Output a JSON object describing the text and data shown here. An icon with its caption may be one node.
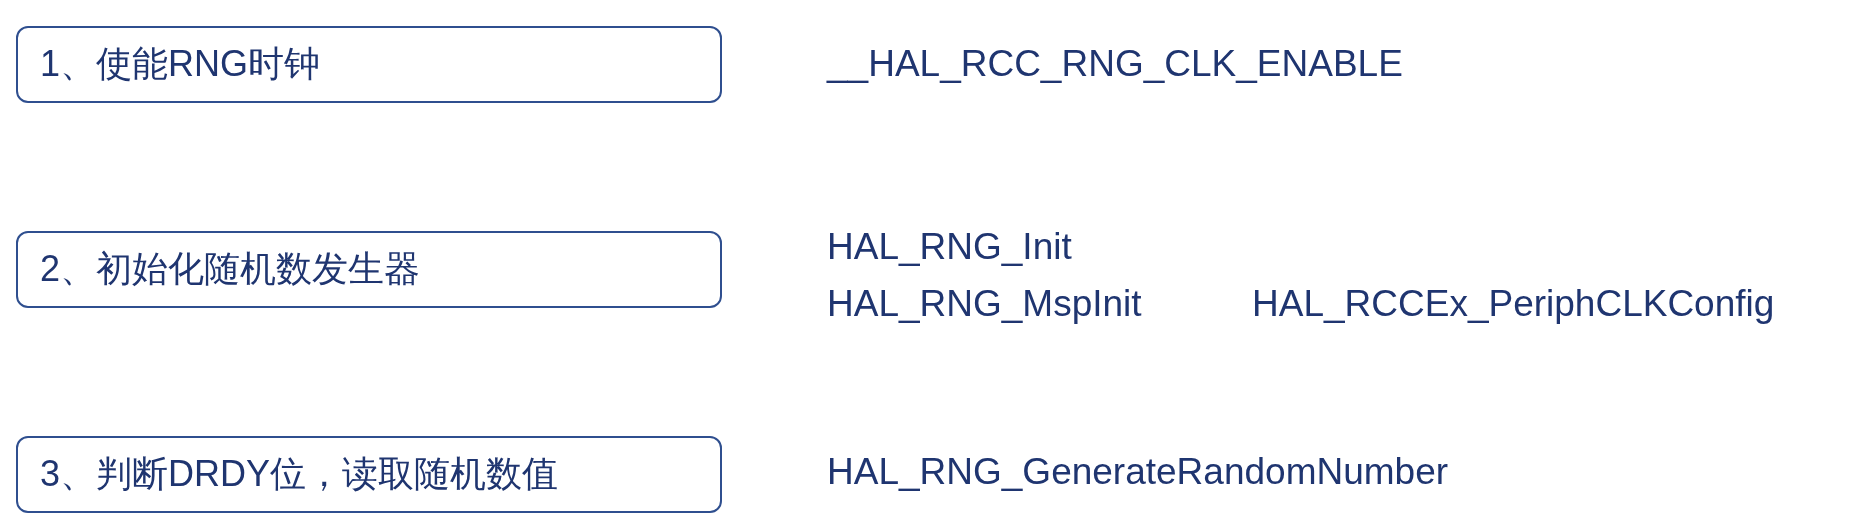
{
  "diagram": {
    "nodes": [
      {
        "text": [
          "1、使能RNG时钟"
        ]
      },
      {
        "text": [
          "2、初始化随机数发生器"
        ]
      },
      {
        "text": [
          "3、判断DRDY位，读取随机数值"
        ]
      }
    ],
    "edges": [],
    "labels": [
      "__HAL_RCC_RNG_CLK_ENABLE",
      "HAL_RNG_Init",
      "HAL_RNG_MspInit",
      "HAL_RCCEx_PeriphCLKConfig",
      "HAL_RNG_GenerateRandomNumber"
    ]
  }
}
